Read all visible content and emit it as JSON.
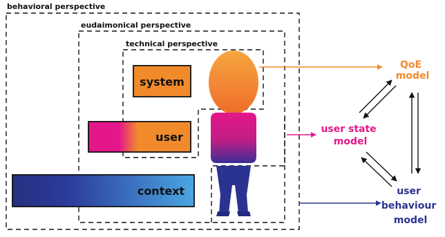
{
  "perspectives": {
    "behavioral": "behavioral perspective",
    "eudaimonical": "eudaimonical perspective",
    "technical": "technical perspective"
  },
  "factors": {
    "system": "system",
    "user": "user",
    "context": "context"
  },
  "models": {
    "qoe": [
      "QoE",
      "model"
    ],
    "user_state": [
      "user state",
      "model"
    ],
    "user_behaviour": [
      "user",
      "behaviour",
      "model"
    ]
  },
  "colors": {
    "orange": "#f18a2b",
    "magenta": "#e4178a",
    "navy": "#2b3390",
    "sky": "#4aa3df",
    "black": "#111111"
  }
}
